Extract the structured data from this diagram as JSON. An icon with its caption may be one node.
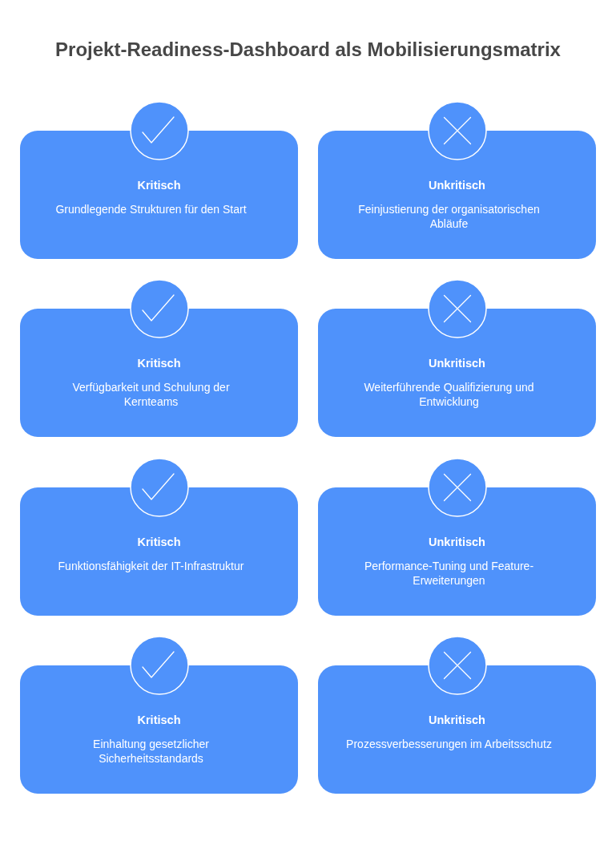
{
  "diagram": {
    "title": "Projekt-Readiness-Dashboard als Mobilisierungsmatrix",
    "nodes": [
      {
        "text": [
          "Kritisch",
          "Grundlegende Strukturen für den Start"
        ]
      },
      {
        "text": [
          "Unkritisch",
          "Feinjustierung der organisatorischen Abläufe"
        ]
      },
      {
        "text": [
          "Kritisch",
          "Verfügbarkeit und Schulung der Kernteams"
        ]
      },
      {
        "text": [
          "Unkritisch",
          "Weiterführende Qualifizierung und Entwicklung"
        ]
      },
      {
        "text": [
          "Kritisch",
          "Funktionsfähigkeit der IT-Infrastruktur"
        ]
      },
      {
        "text": [
          "Unkritisch",
          "Performance-Tuning und Feature-Erweiterungen"
        ]
      },
      {
        "text": [
          "Kritisch",
          "Einhaltung gesetzlicher Sicherheitsstandards"
        ]
      },
      {
        "text": [
          "Unkritisch",
          "Prozessverbesserungen im Arbeitsschutz"
        ]
      }
    ]
  }
}
